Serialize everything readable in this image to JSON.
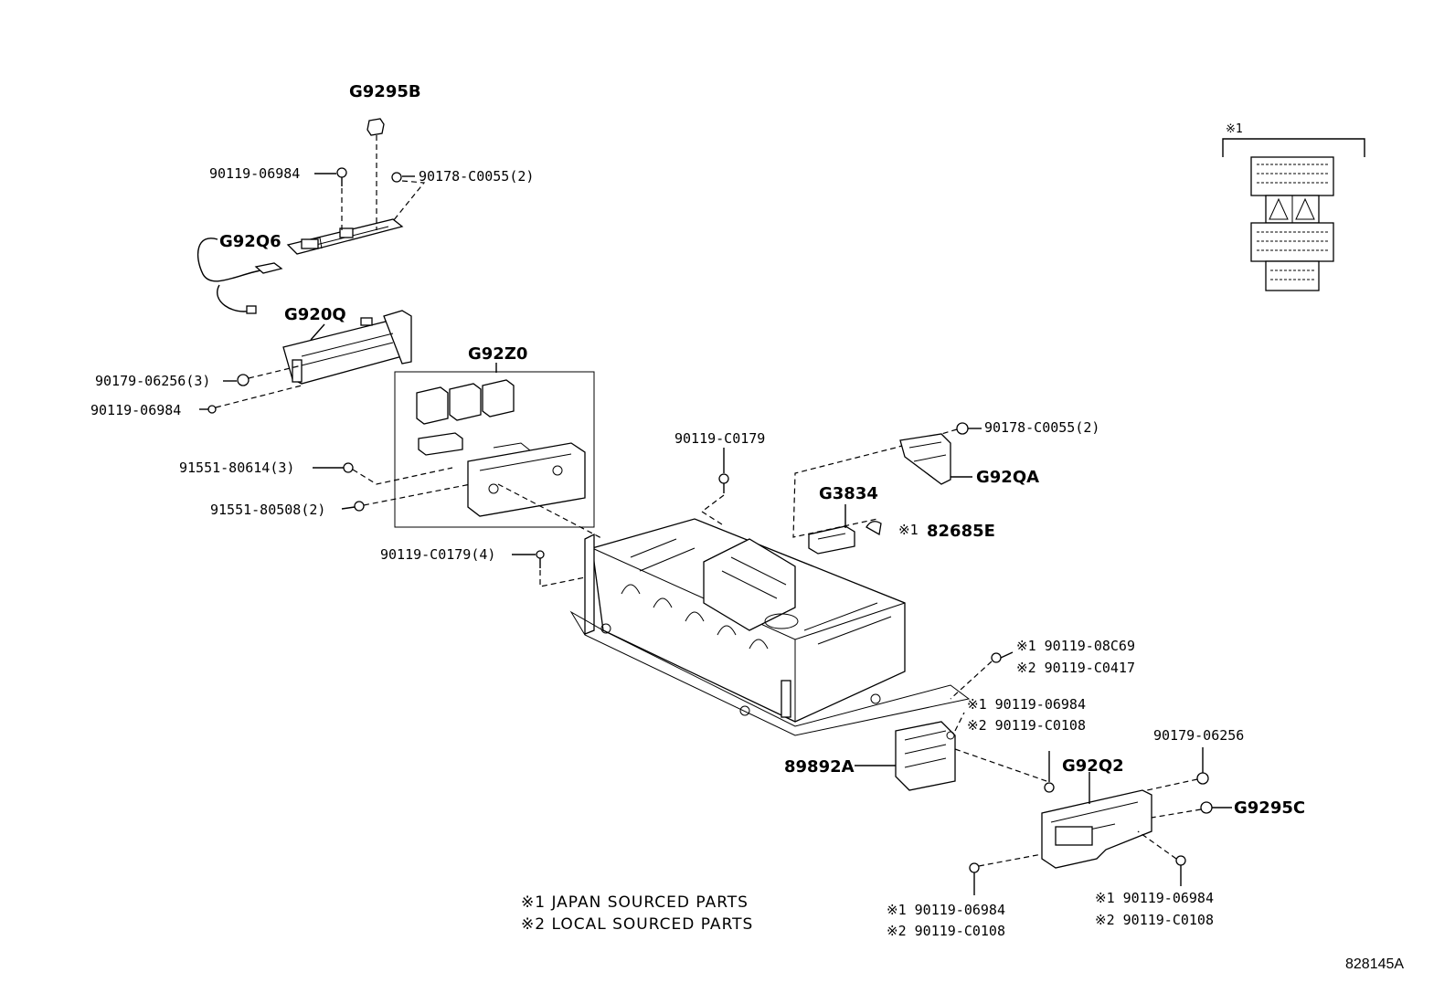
{
  "labels": {
    "g9295b": "G9295B",
    "p90119_06984_top": "90119-06984",
    "p90178_c0055_top": "90178-C0055(2)",
    "g92q6": "G92Q6",
    "g920q": "G920Q",
    "p90179_06256_3": "90179-06256(3)",
    "p90119_06984_left": "90119-06984",
    "g92z0": "G92Z0",
    "p91551_80614": "91551-80614(3)",
    "p91551_80508": "91551-80508(2)",
    "p90119_c0179_4": "90119-C0179(4)",
    "p90119_c0179": "90119-C0179",
    "p90178_c0055_right": "90178-C0055(2)",
    "g92qa": "G92QA",
    "g3834": "G3834",
    "note_82685e": "※1",
    "p82685e": "82685E",
    "r1a": "※1 90119-08C69",
    "r2a": "※2 90119-C0417",
    "r1b": "※1 90119-06984",
    "r2b": "※2 90119-C0108",
    "p90179_06256": "90179-06256",
    "g92q2": "G92Q2",
    "p89892a": "89892A",
    "g9295c": "G9295C",
    "r1c": "※1 90119-06984",
    "r2c": "※2 90119-C0108",
    "r1d": "※1 90119-06984",
    "r2d": "※2 90119-C0108",
    "inset_note": "※1"
  },
  "legend": {
    "line1": "※1 JAPAN SOURCED PARTS",
    "line2": "※2 LOCAL SOURCED PARTS"
  },
  "reference": "828145A"
}
